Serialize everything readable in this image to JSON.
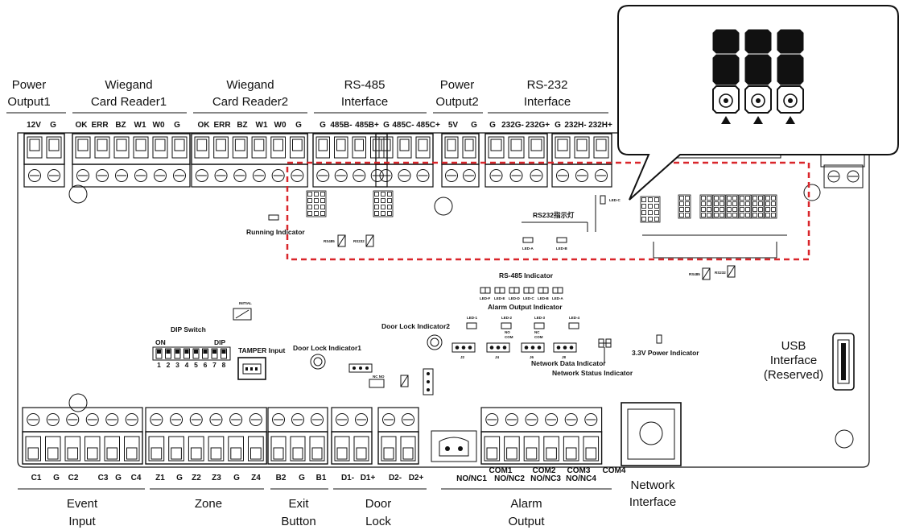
{
  "top_labels": {
    "power_output1": [
      "Power",
      "Output1"
    ],
    "wiegand1": [
      "Wiegand",
      "Card Reader1"
    ],
    "wiegand2": [
      "Wiegand",
      "Card Reader2"
    ],
    "rs485": [
      "RS-485",
      "Interface"
    ],
    "power_output2": [
      "Power",
      "Output2"
    ],
    "rs232": [
      "RS-232",
      "Interface"
    ]
  },
  "top_pins": [
    "12V",
    "G",
    "OK",
    "ERR",
    "BZ",
    "W1",
    "W0",
    "G",
    "OK",
    "ERR",
    "BZ",
    "W1",
    "W0",
    "G",
    "G",
    "485B-",
    "485B+",
    "G",
    "485C-",
    "485C+",
    "5V",
    "G",
    "G",
    "232G-",
    "232G+",
    "G",
    "232H-",
    "232H+"
  ],
  "bottom_pins": [
    "C1",
    "G",
    "C2",
    "C3",
    "G",
    "C4",
    "Z1",
    "G",
    "Z2",
    "Z3",
    "G",
    "Z4",
    "B2",
    "G",
    "B1",
    "D1-",
    "D1+",
    "D2-",
    "D2+"
  ],
  "bottom_com_pins": {
    "row1": [
      "COM1",
      "COM2",
      "COM3",
      "COM4"
    ],
    "row2": [
      "NO/NC1",
      "NO/NC2",
      "NO/NC3",
      "NO/NC4"
    ]
  },
  "bottom_labels": {
    "event_input": [
      "Event",
      "Input"
    ],
    "zone": [
      "Zone"
    ],
    "exit_button": [
      "Exit",
      "Button"
    ],
    "door_lock": [
      "Door",
      "Lock"
    ],
    "alarm_output": [
      "Alarm",
      "Output"
    ],
    "network_interface": [
      "Network",
      "Interface"
    ]
  },
  "usb_label": [
    "USB",
    "Interface",
    "(Reserved)"
  ],
  "board_labels": {
    "running_indicator": "Running Indicator",
    "rs232_indicator": "RS232指示灯",
    "rs485_indicator": "RS-485 Indicator",
    "alarm_output_indicator": "Alarm Output Indicator",
    "dip_switch": "DIP Switch",
    "dip_on": "ON",
    "dip_dip": "DIP",
    "dip_numbers": [
      "1",
      "2",
      "3",
      "4",
      "5",
      "6",
      "7",
      "8"
    ],
    "tamper_input": "TAMPER Input",
    "door_lock_indicator1": "Door Lock Indicator1",
    "door_lock_indicator2": "Door Lock Indicator2",
    "network_data_indicator": "Network Data Indicator",
    "network_status_indicator": "Network Status Indicator",
    "power_indicator_3v3": "3.3V Power Indicator",
    "initial": "INITIAL"
  },
  "tiny_labels": {
    "led_c": "LED-C",
    "led_a": "LED-A",
    "led_b": "LED-B",
    "rs485_led": "RS485",
    "rs232_led": "RS232",
    "rs485_leds": [
      "LED-F",
      "LED-E",
      "LED-D",
      "LED-C",
      "LED-B",
      "LED-A"
    ],
    "alarm_leds": [
      "LED-1",
      "LED-2",
      "LED-3",
      "LED-4"
    ],
    "alarm_sub": [
      "NO",
      "COM",
      "NC",
      "COM"
    ],
    "jumpers": [
      "J2",
      "J4",
      "J6",
      "J8"
    ],
    "nc_no": "NC NO"
  },
  "colors": {
    "highlight_dash": "#d9262b",
    "line": "#111111",
    "background": "#ffffff"
  }
}
